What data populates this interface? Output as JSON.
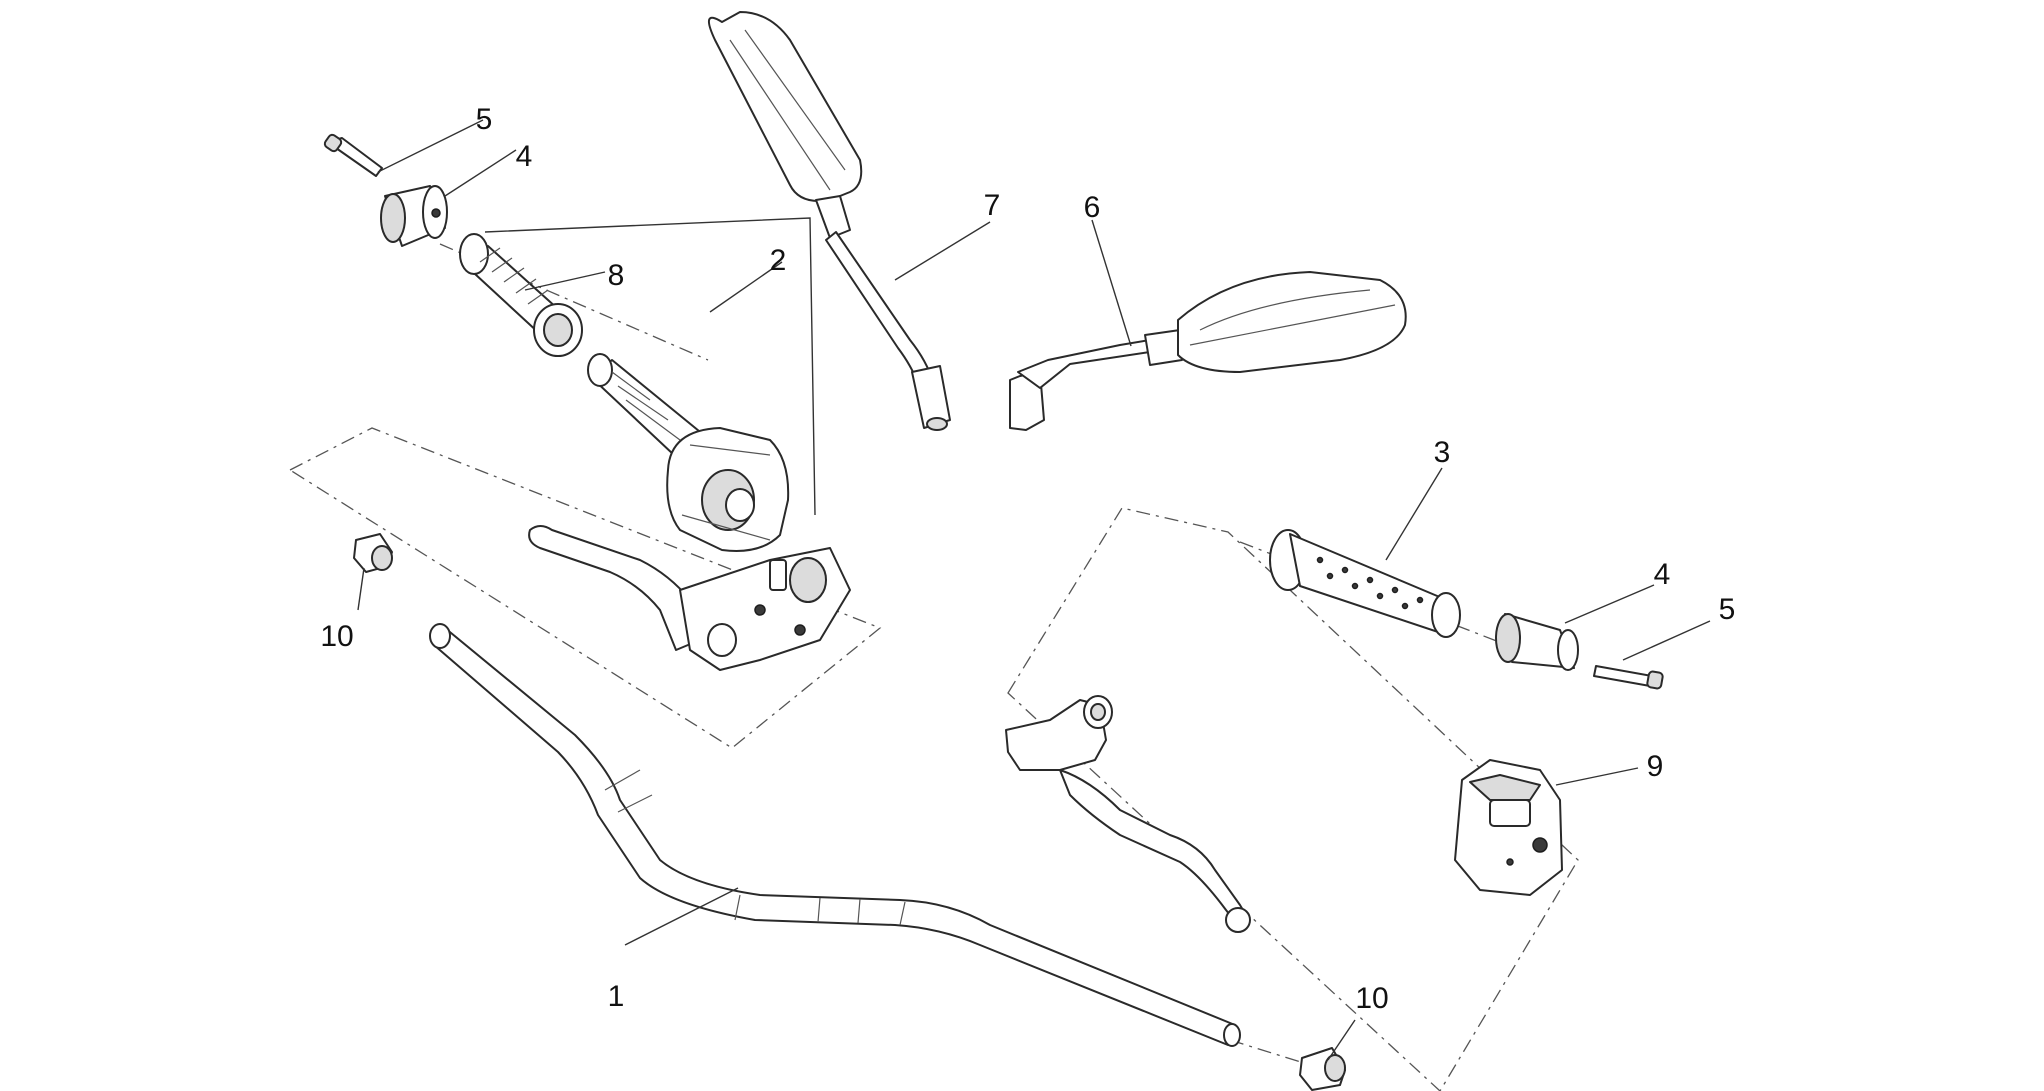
{
  "diagram": {
    "callouts": [
      {
        "id": "c1",
        "text": "1"
      },
      {
        "id": "c2",
        "text": "2"
      },
      {
        "id": "c3",
        "text": "3"
      },
      {
        "id": "c4a",
        "text": "4"
      },
      {
        "id": "c4b",
        "text": "4"
      },
      {
        "id": "c5a",
        "text": "5"
      },
      {
        "id": "c5b",
        "text": "5"
      },
      {
        "id": "c6",
        "text": "6"
      },
      {
        "id": "c7",
        "text": "7"
      },
      {
        "id": "c8",
        "text": "8"
      },
      {
        "id": "c9",
        "text": "9"
      },
      {
        "id": "c10a",
        "text": "10"
      },
      {
        "id": "c10b",
        "text": "10"
      }
    ]
  }
}
